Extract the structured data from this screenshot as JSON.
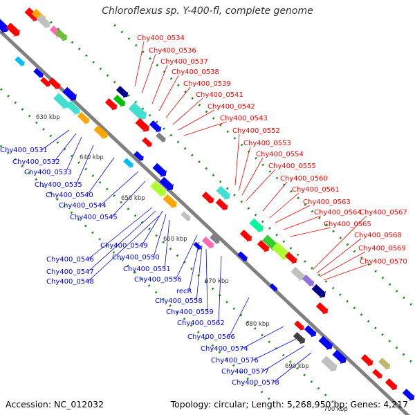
{
  "title": "Chloroflexus sp. Y-400-fl, complete genome",
  "footer": {
    "accession": "Accession: NC_012032",
    "summary": "Topology: circular; Length: 5,268,950 bp; Genes: 4,217"
  },
  "scale_labels": [
    "630 kbp",
    "640 kbp",
    "650 kbp",
    "660 kbp",
    "670 kbp",
    "680 kbp",
    "690 kbp",
    "700 kbp"
  ],
  "red_labels": [
    "Chy400_0534",
    "Chy400_0536",
    "Chy400_0537",
    "Chy400_0538",
    "Chy400_0539",
    "Chy400_0541",
    "Chy400_0542",
    "Chy400_0543",
    "Chy400_0552",
    "Chy400_0553",
    "Chy400_0554",
    "Chy400_0555",
    "Chy400_0560",
    "Chy400_0561",
    "Chy400_0563",
    "Chy400_0564",
    "Chy400_0567",
    "Chy400_0565",
    "Chy400_0568",
    "Chy400_0569",
    "Chy400_0570"
  ],
  "blue_labels": [
    "Chy400_0531",
    "Chy400_0532",
    "Chy400_0533",
    "Chy400_0535",
    "Chy400_0540",
    "Chy400_0544",
    "Chy400_0545",
    "Chy400_0549",
    "Chy400_0546",
    "Chy400_0550",
    "Chy400_0547",
    "Chy400_0551",
    "Chy400_0548",
    "Chy400_0556",
    "recR",
    "Chy400_0558",
    "Chy400_0559",
    "Chy400_0562",
    "Chy400_0566",
    "Chy400_0574",
    "Chy400_0576",
    "Chy400_0577",
    "Chy400_0578"
  ],
  "colors": {
    "forward_strand": "#ff0000",
    "reverse_strand": "#0000ff",
    "backbone": "#808080",
    "tick": "#1a8a1a"
  }
}
